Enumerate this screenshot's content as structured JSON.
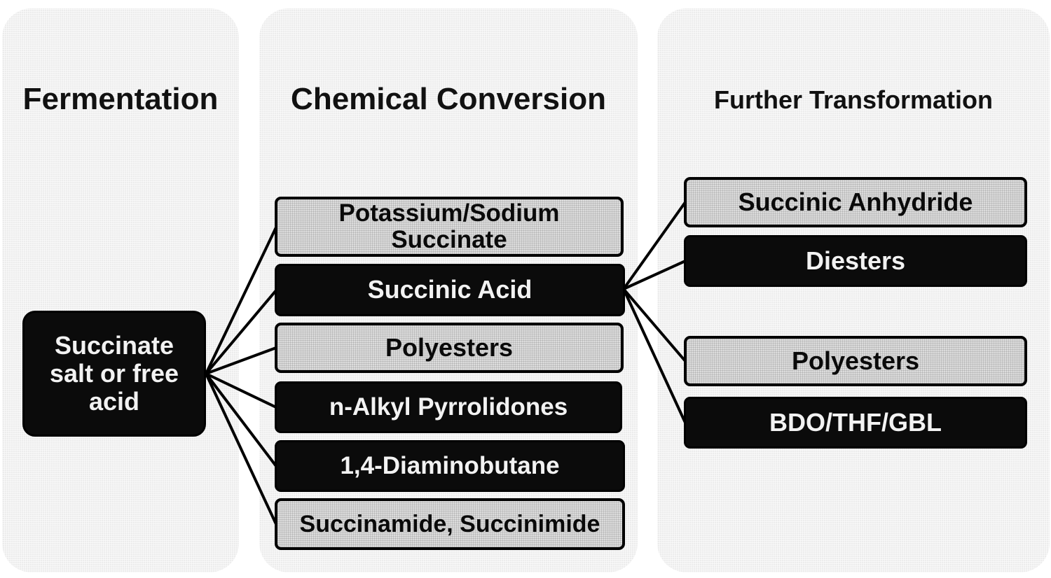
{
  "columns": {
    "fermentation": {
      "title": "Fermentation"
    },
    "chemical": {
      "title": "Chemical Conversion"
    },
    "further": {
      "title": "Further Transformation"
    }
  },
  "nodes": {
    "source": {
      "label": "Succinate\nsalt  or free\nacid"
    },
    "potassium_sodium_succinate": {
      "label": "Potassium/Sodium\nSuccinate"
    },
    "succinic_acid": {
      "label": "Succinic Acid"
    },
    "polyesters_1": {
      "label": "Polyesters"
    },
    "n_alkyl_pyrrolidones": {
      "label": "n-Alkyl Pyrrolidones"
    },
    "diaminobutane": {
      "label": "1,4-Diaminobutane"
    },
    "succinamide_succinimide": {
      "label": "Succinamide, Succinimide"
    },
    "succinic_anhydride": {
      "label": "Succinic Anhydride"
    },
    "diesters": {
      "label": "Diesters"
    },
    "polyesters_2": {
      "label": "Polyesters"
    },
    "bdo_thf_gbl": {
      "label": "BDO/THF/GBL"
    }
  },
  "edges": [
    {
      "from": "source",
      "to": "potassium_sodium_succinate"
    },
    {
      "from": "source",
      "to": "succinic_acid"
    },
    {
      "from": "source",
      "to": "polyesters_1"
    },
    {
      "from": "source",
      "to": "n_alkyl_pyrrolidones"
    },
    {
      "from": "source",
      "to": "diaminobutane"
    },
    {
      "from": "source",
      "to": "succinamide_succinimide"
    },
    {
      "from": "succinic_acid",
      "to": "succinic_anhydride"
    },
    {
      "from": "succinic_acid",
      "to": "diesters"
    },
    {
      "from": "succinic_acid",
      "to": "polyesters_2"
    },
    {
      "from": "succinic_acid",
      "to": "bdo_thf_gbl"
    }
  ],
  "colors": {
    "column_background": "#ececec",
    "dark_box": "#0b0b0b",
    "dark_box_text": "#f2f2f2",
    "light_box": "#dcdcdc",
    "light_box_text": "#0a0a0a",
    "connector": "#000000"
  }
}
